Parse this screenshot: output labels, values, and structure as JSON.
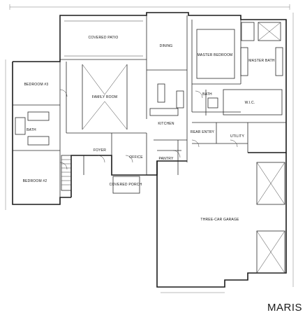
{
  "watermark": "MARIS",
  "rooms": {
    "covered_patio": "COVERED PATIO",
    "dining": "DINING",
    "master_bedroom": "MASTER BEDROOM",
    "master_bath": "MASTER BATH",
    "bedroom_3": "BEDROOM #3",
    "family_room": "FAMILY ROOM",
    "bath": "BATH",
    "kitchen": "KITCHEN",
    "wic": "W.I.C.",
    "bath_2": "BATH",
    "rear_entry": "REAR ENTRY",
    "utility": "UTILITY",
    "foyer": "FOYER",
    "office": "OFFICE",
    "pantry": "PANTRY",
    "bedroom_2": "BEDROOM #2",
    "covered_porch": "COVERED PORCH",
    "three_car_garage": "THREE-CAR GARAGE"
  }
}
